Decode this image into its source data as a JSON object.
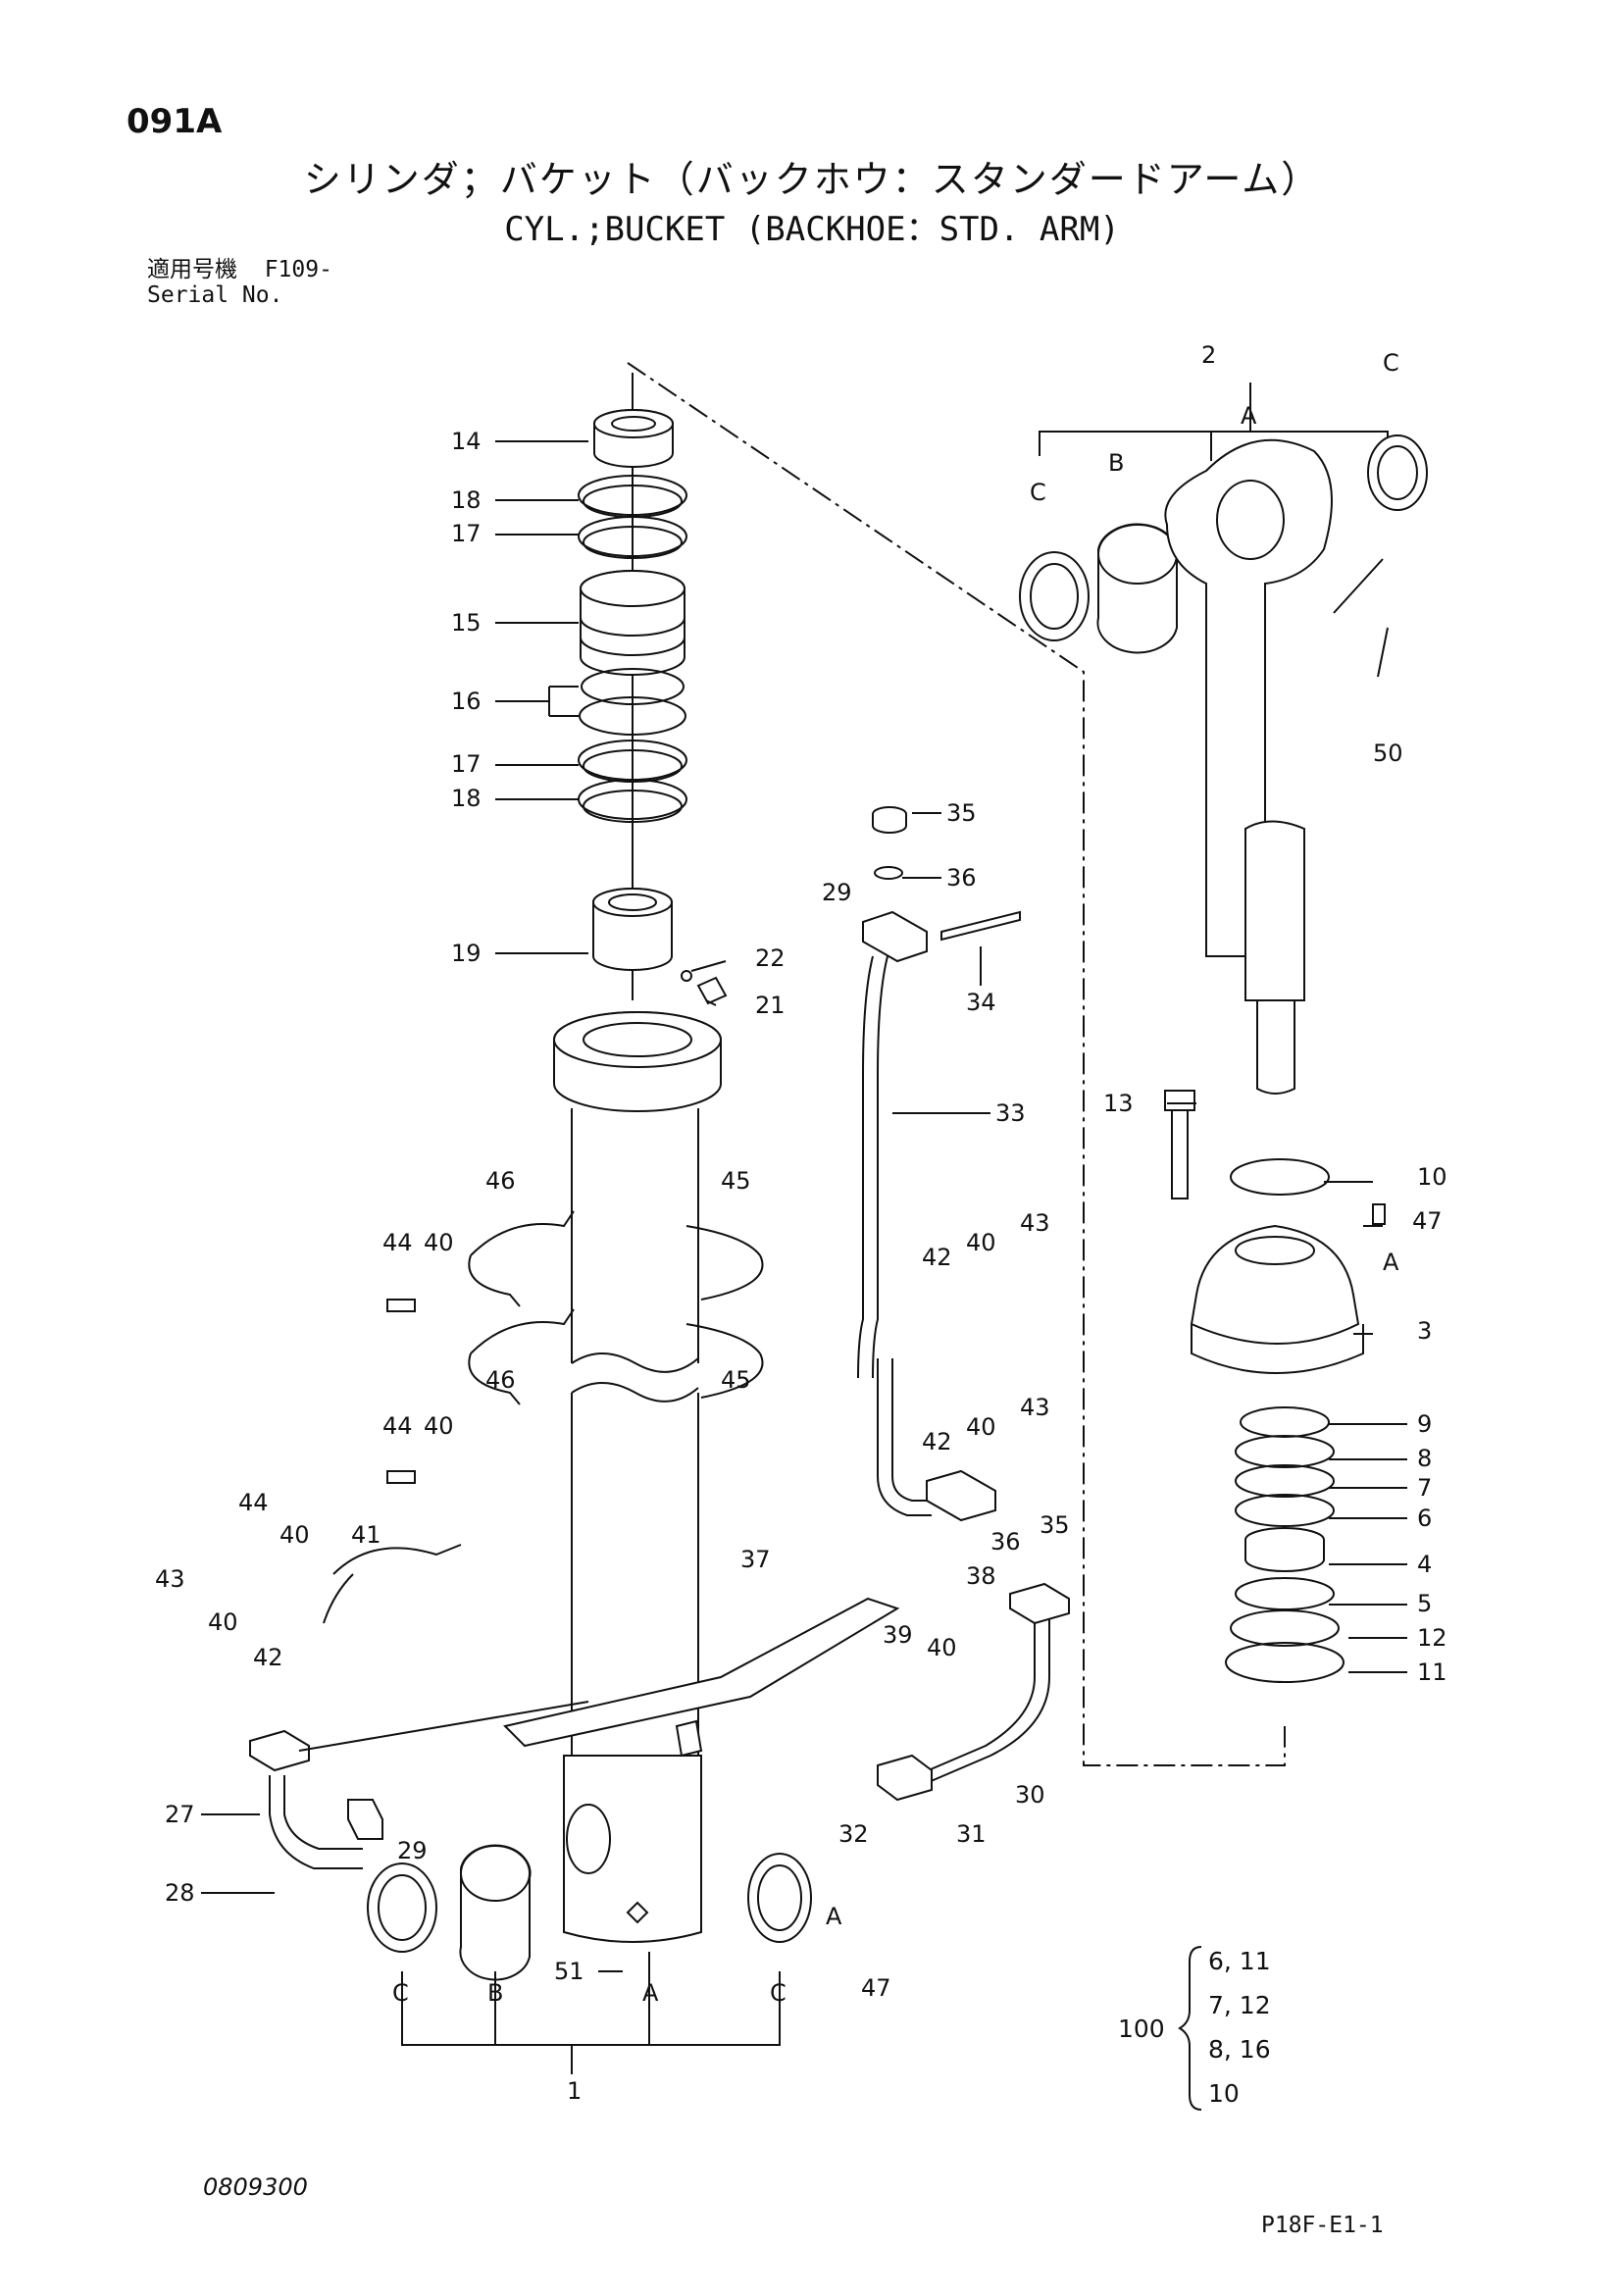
{
  "header": {
    "code": "091A",
    "title_jp": "シリンダ；バケット（バックホウ：スタンダードアーム）",
    "title_en": "CYL.;BUCKET (BACKHOE：STD. ARM)",
    "serial_label_jp": "適用号機",
    "serial_value": "F109-",
    "serial_label_en": "Serial No."
  },
  "footer": {
    "left_code": "0809300",
    "right_code": "P18F-E1-1"
  },
  "kit": {
    "number": "100",
    "lines": [
      "6, 11",
      "7, 12",
      "8, 16",
      "10"
    ]
  },
  "callouts": {
    "c1": "1",
    "c2": "2",
    "c3": "3",
    "c4": "4",
    "c5": "5",
    "c6": "6",
    "c7": "7",
    "c8": "8",
    "c9": "9",
    "c10": "10",
    "c11": "11",
    "c12": "12",
    "c13": "13",
    "c14": "14",
    "c15": "15",
    "c16": "16",
    "c17a": "17",
    "c17b": "17",
    "c18a": "18",
    "c18b": "18",
    "c19": "19",
    "c21": "21",
    "c22": "22",
    "c27": "27",
    "c28": "28",
    "c29a": "29",
    "c29b": "29",
    "c30": "30",
    "c31": "31",
    "c32": "32",
    "c33": "33",
    "c34": "34",
    "c35a": "35",
    "c35b": "35",
    "c36a": "36",
    "c36b": "36",
    "c37": "37",
    "c38": "38",
    "c39": "39",
    "c40a": "40",
    "c40b": "40",
    "c40c": "40",
    "c40d": "40",
    "c40e": "40",
    "c40f": "40",
    "c40g": "40",
    "c41": "41",
    "c42a": "42",
    "c42b": "42",
    "c42c": "42",
    "c43a": "43",
    "c43b": "43",
    "c43c": "43",
    "c44a": "44",
    "c44b": "44",
    "c44c": "44",
    "c45a": "45",
    "c45b": "45",
    "c46a": "46",
    "c46b": "46",
    "c47a": "47",
    "c47b": "47",
    "c50": "50",
    "c51": "51",
    "A1": "A",
    "A2": "A",
    "A3": "A",
    "A4": "A",
    "B1": "B",
    "B2": "B",
    "C1": "C",
    "C2": "C",
    "C3": "C",
    "C4": "C"
  }
}
